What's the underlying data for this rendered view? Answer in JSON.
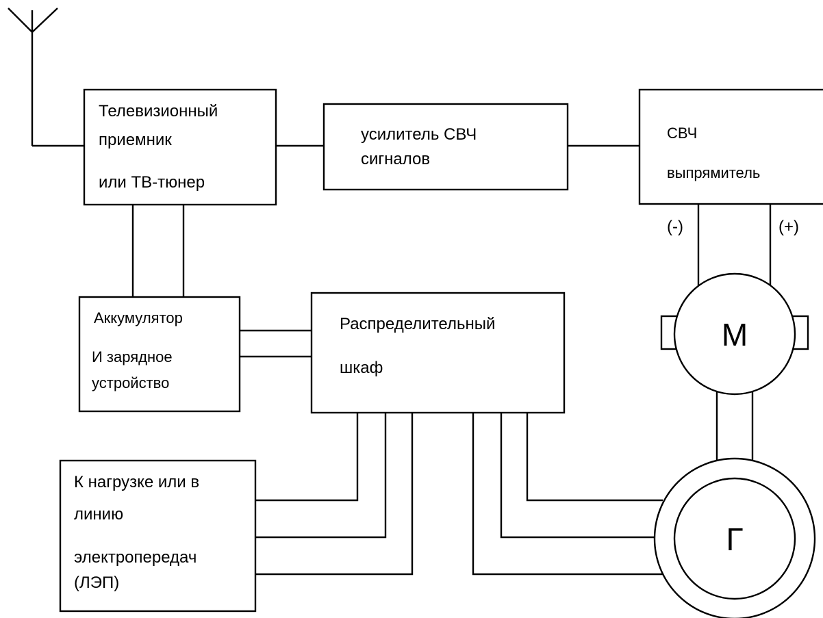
{
  "blocks": {
    "tv_receiver": {
      "line1": "Телевизионный",
      "line2": "приемник",
      "line3": "или ТВ-тюнер"
    },
    "amplifier": {
      "line1": "усилитель СВЧ",
      "line2": "сигналов"
    },
    "rectifier": {
      "line1": "СВЧ",
      "line2": "выпрямитель"
    },
    "battery": {
      "line1": "Аккумулятор",
      "line2": "И зарядное",
      "line3": "устройство"
    },
    "cabinet": {
      "line1": "Распределительный",
      "line2": "шкаф"
    },
    "load": {
      "line1": "К нагрузке или в",
      "line2": "линию",
      "line3": "электропередач",
      "line4": "(ЛЭП)"
    }
  },
  "motor": {
    "label": "М"
  },
  "generator": {
    "label": "Г"
  },
  "polarity": {
    "minus": "(-)",
    "plus": "(+)"
  },
  "icons": {
    "antenna": "antenna-icon"
  }
}
